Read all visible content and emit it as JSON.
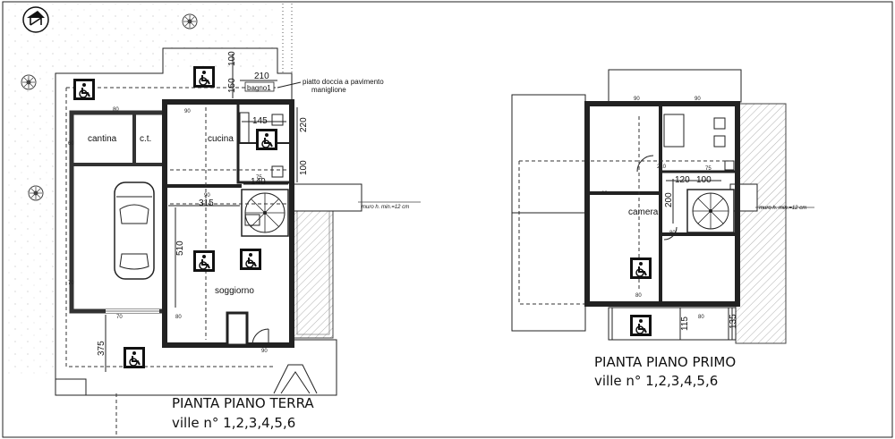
{
  "ground_floor": {
    "title": "PIANTA PIANO TERRA",
    "subtitle": "ville n° 1,2,3,4,5,6",
    "rooms": {
      "cantina": "cantina",
      "ct": "c.t.",
      "cucina": "cucina",
      "bagno": "bagno1",
      "soggiorno": "soggiorno"
    },
    "notes": {
      "shower": "piatto doccia a pavimento",
      "grab": "maniglione",
      "wall": "muro h. min.=12 cm"
    },
    "dims": {
      "d100": "100",
      "d150": "150",
      "d210": "210",
      "d145": "145",
      "d220": "220",
      "d100b": "100",
      "d140": "140",
      "d315": "315",
      "d510": "510",
      "d375": "375"
    }
  },
  "first_floor": {
    "title": "PIANTA PIANO PRIMO",
    "subtitle": "ville n° 1,2,3,4,5,6",
    "rooms": {
      "camera": "camera"
    },
    "notes": {
      "wall": "muro h. min.=12 cm"
    },
    "dims": {
      "d120": "120",
      "d100": "100",
      "d200": "200",
      "d115": "115",
      "d135": "135"
    }
  },
  "icons": [
    "north-arrow-icon",
    "tree-icon",
    "car-icon",
    "wheelchair-access-icon",
    "spiral-stair-icon"
  ]
}
